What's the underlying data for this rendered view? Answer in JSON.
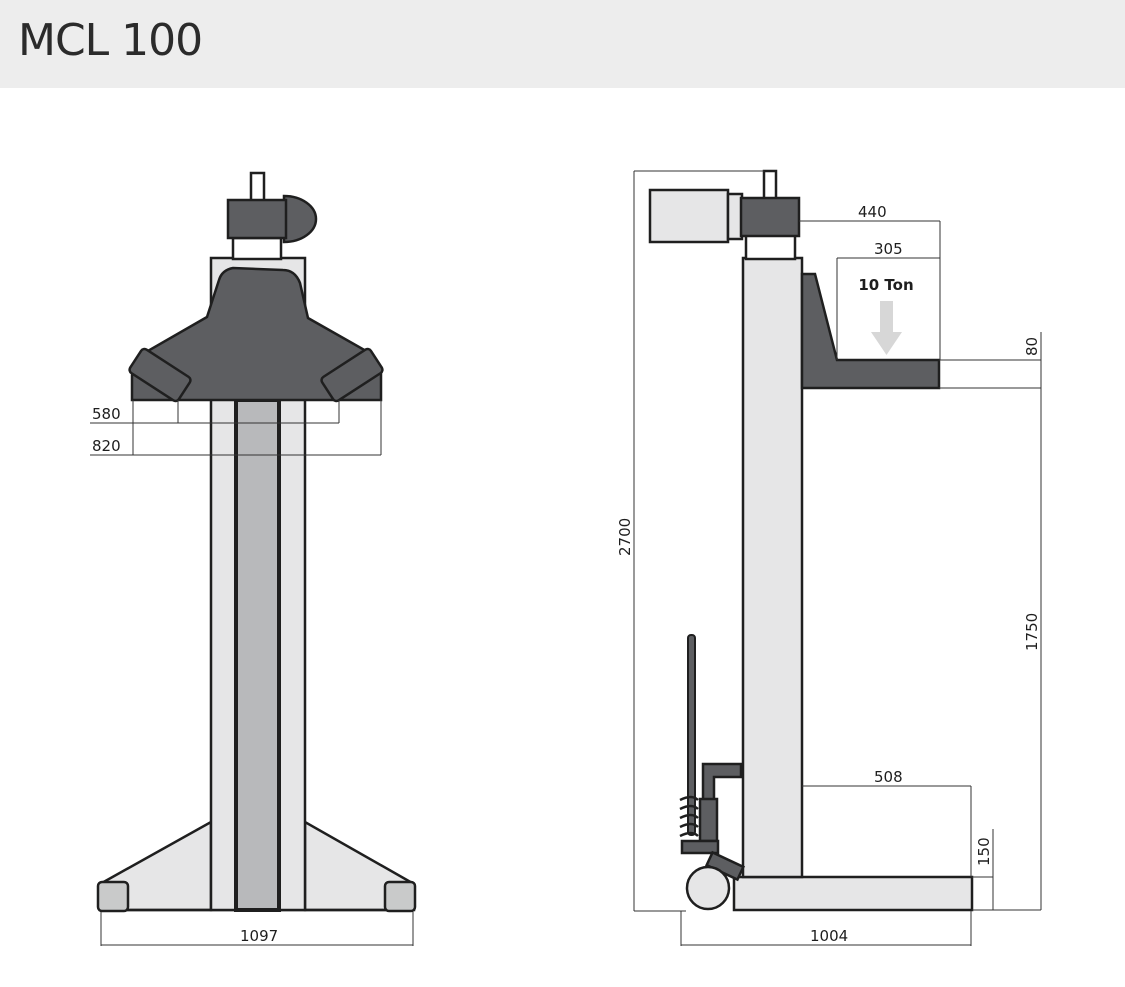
{
  "header": {
    "title": "MCL 100"
  },
  "front_view": {
    "dimensions": {
      "inner_width": "580",
      "outer_width": "820",
      "base_width": "1097"
    }
  },
  "side_view": {
    "load_label": "10 Ton",
    "dimensions": {
      "arm_depth": "440",
      "saddle_depth": "305",
      "arm_thickness": "80",
      "total_height": "2700",
      "max_lift_height": "1750",
      "foot_depth": "508",
      "foot_height": "150",
      "base_depth": "1004"
    }
  },
  "colors": {
    "header_bg": "#ededed",
    "dark": "#5d5e61",
    "light": "#e6e6e7",
    "mid": "#b5b6b8",
    "outline": "#1f1f1f",
    "arrow": "#d7d7d7"
  }
}
